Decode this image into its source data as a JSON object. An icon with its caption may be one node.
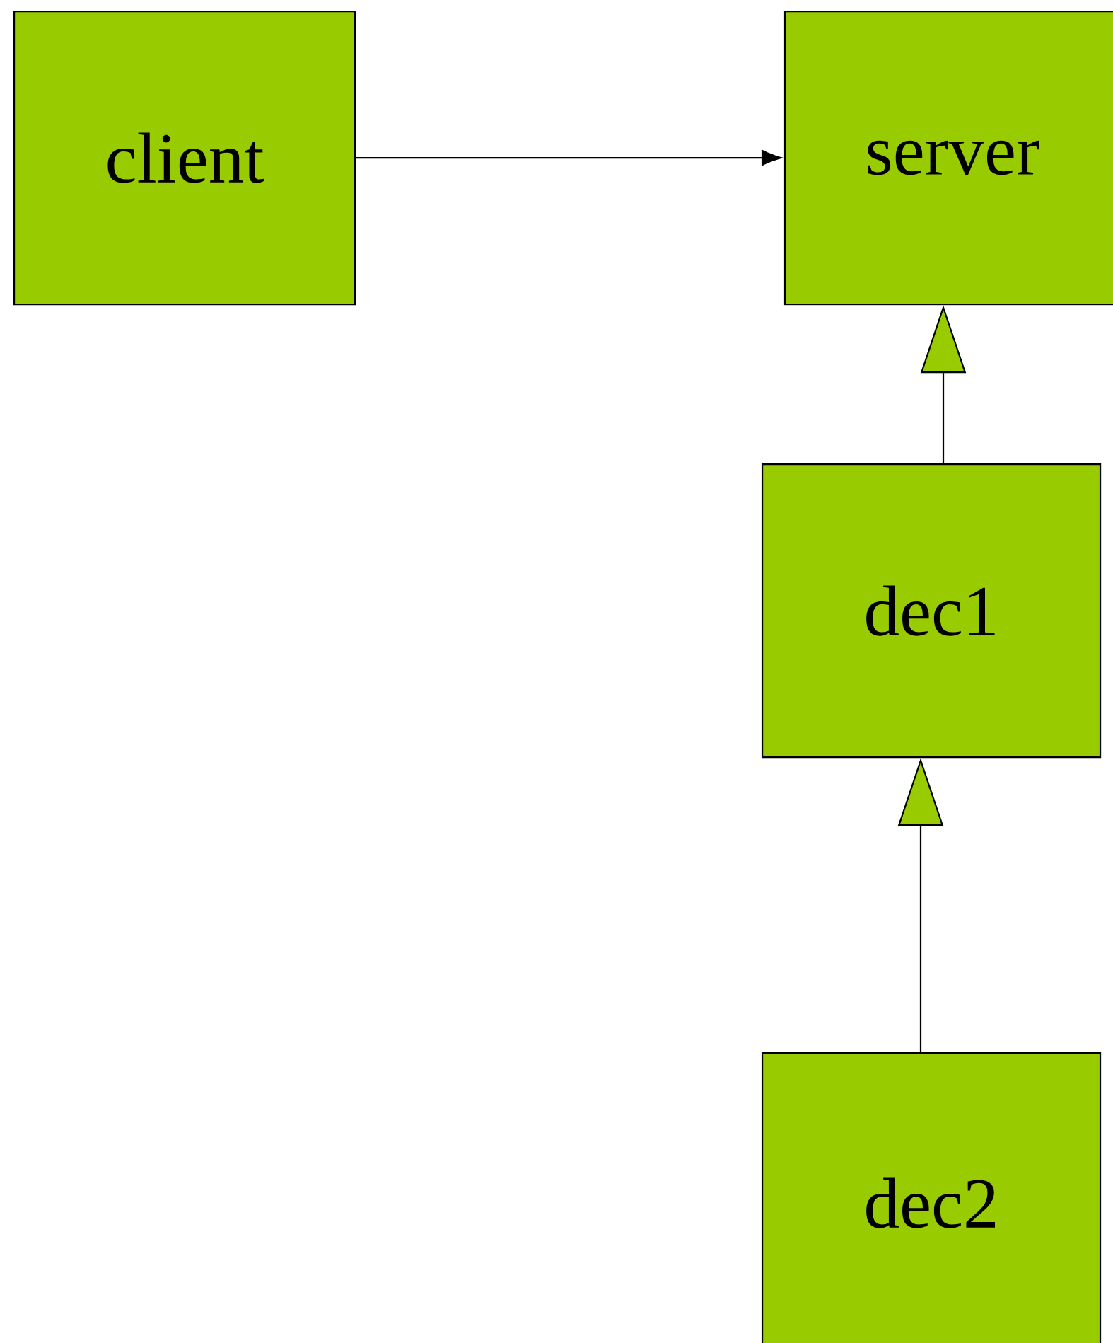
{
  "diagram": {
    "nodes": [
      {
        "text": [
          "client"
        ]
      },
      {
        "text": [
          "server"
        ]
      },
      {
        "text": [
          "dec1"
        ]
      },
      {
        "text": [
          "dec2"
        ]
      }
    ],
    "edges": [
      {
        "from": 0,
        "to": 1,
        "arrow": "to"
      },
      {
        "from": 2,
        "to": 1,
        "arrow": "to"
      },
      {
        "from": 3,
        "to": 2,
        "arrow": "to"
      }
    ]
  }
}
